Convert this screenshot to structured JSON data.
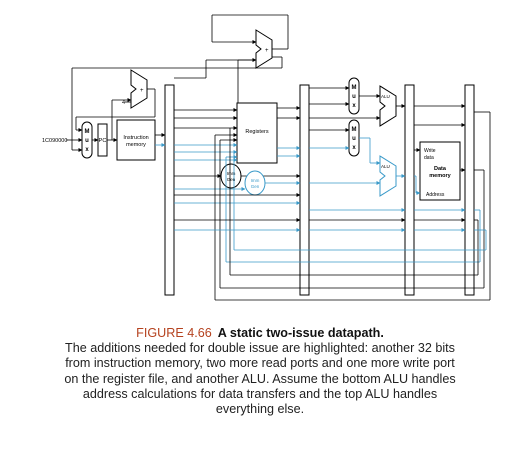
{
  "diagram": {
    "pc_value": "1C090000",
    "mux_letters": "Mux",
    "pc": "PC",
    "four": "4",
    "plus": "+",
    "instruction_memory": "Instruction\nmemory",
    "registers": "Registers",
    "imm_gen": "Imm\nGen",
    "alu": "ALU",
    "write_data": "Write\ndata",
    "data_memory": "Data\nmemory",
    "address": "Address",
    "colors": {
      "highlight": "#3a9ac9",
      "line": "#000000",
      "figure_number": "#b5421f"
    }
  },
  "caption": {
    "number": "FIGURE 4.66",
    "title": "A static two-issue datapath.",
    "body": "The additions needed for double issue are highlighted: another 32 bits from instruction memory, two more read ports and one more write port on the register file, and another ALU. Assume the bottom ALU handles address calculations for data transfers and the top ALU handles everything else."
  }
}
